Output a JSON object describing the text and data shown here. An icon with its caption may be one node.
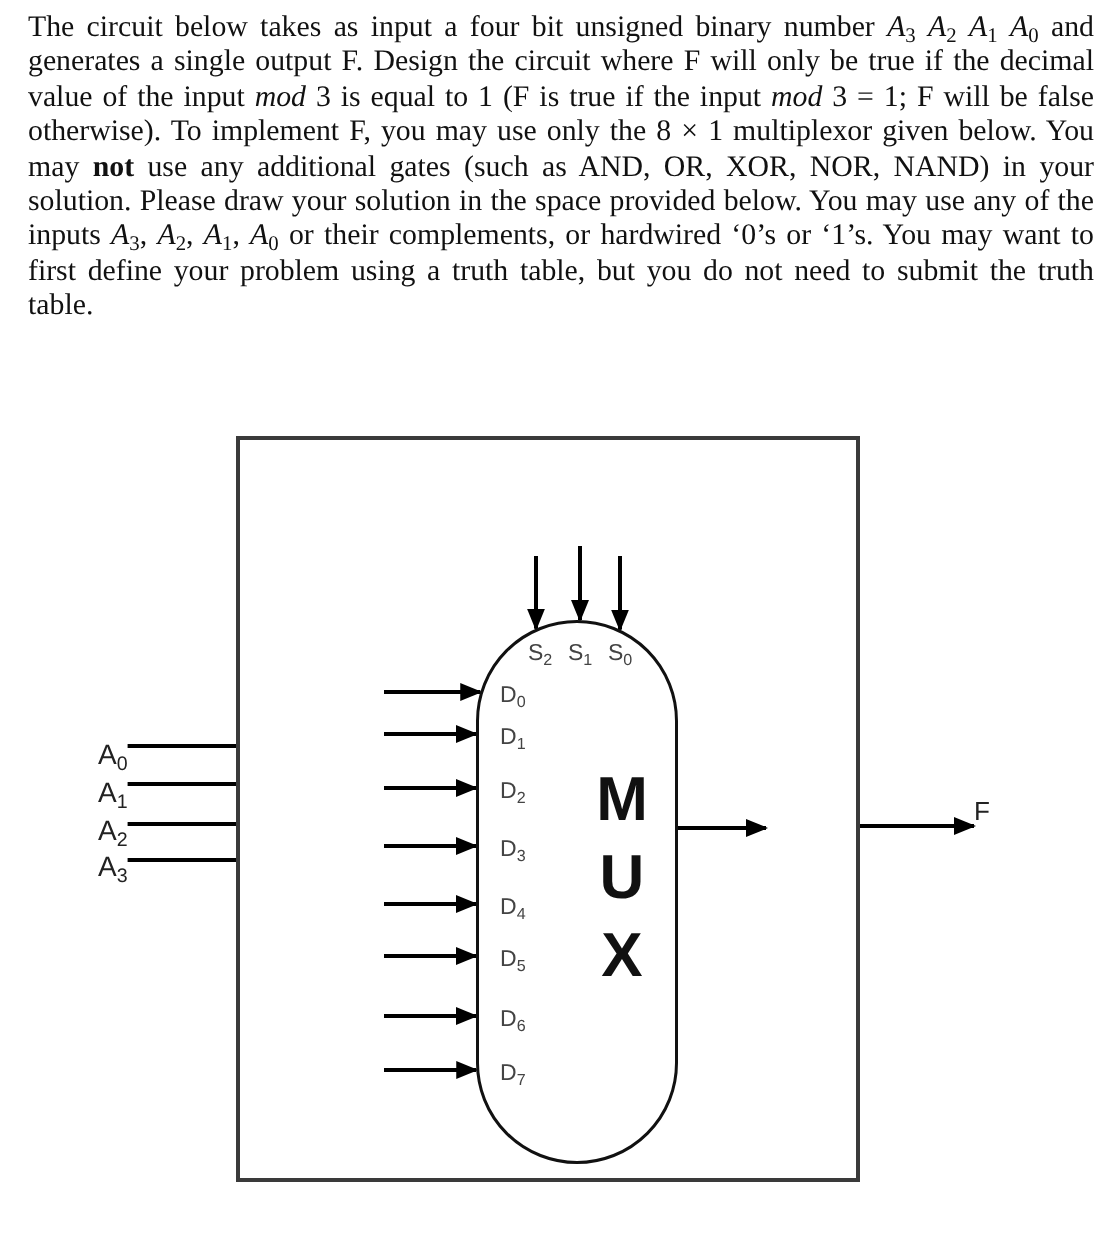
{
  "diagram": {
    "nodes": [
      {
        "text": [],
        "shape": "box"
      },
      {
        "text": [
          "S$_{2}$",
          "S$_{1}$",
          "S$_{0}$",
          "D$_{0}$",
          "D$_{1}$",
          "D$_{2}$",
          "D$_{3}$",
          "D$_{4}$",
          "D$_{5}$",
          "D$_{6}$",
          "D$_{7}$",
          "M U X"
        ],
        "in": 0
      },
      {
        "text": [
          "A$_{0}$"
        ]
      },
      {
        "text": [
          "A$_{1}$"
        ]
      },
      {
        "text": [
          "A$_{2}$"
        ]
      },
      {
        "text": [
          "A$_{3}$"
        ]
      },
      {
        "text": [
          "F"
        ]
      }
    ],
    "edges": [
      {
        "from": null,
        "to": 1,
        "arrow": "to"
      },
      {
        "from": null,
        "to": 1,
        "arrow": "to"
      },
      {
        "from": null,
        "to": 1,
        "arrow": "to"
      },
      {
        "from": null,
        "to": 1,
        "arrow": "to"
      },
      {
        "from": null,
        "to": 1,
        "arrow": "to"
      },
      {
        "from": null,
        "to": 1,
        "arrow": "to"
      },
      {
        "from": null,
        "to": 1,
        "arrow": "to"
      },
      {
        "from": null,
        "to": 1,
        "arrow": "to"
      },
      {
        "from": null,
        "to": 1,
        "arrow": "to"
      },
      {
        "from": null,
        "to": 1,
        "arrow": "to"
      },
      {
        "from": null,
        "to": 1,
        "arrow": "to"
      },
      {
        "from": 1,
        "to": null,
        "arrow": "to"
      },
      {
        "from": 2,
        "to": 0,
        "arrow": "none"
      },
      {
        "from": 3,
        "to": 0,
        "arrow": "none"
      },
      {
        "from": 4,
        "to": 0,
        "arrow": "none"
      },
      {
        "from": 5,
        "to": 0,
        "arrow": "none"
      },
      {
        "from": 0,
        "to": 6,
        "arrow": "to"
      }
    ],
    "labels": [
      "The circuit below takes as input a four bit unsigned binary number *A*$_{3}$ *A*$_{2}$ *A*$_{1}$ *A*$_{0}$ and generates a single output F. Design the circuit where F will only be true if the decimal value of the input *mod* 3 is equal to 1 (F is true if the input *mod* 3 = 1; F will be false otherwise). To implement F, you may use only the 8 × 1 multiplexor given below. You may **not** use any additional gates (such as AND, OR, XOR, NOR, NAND) in your solution. Please draw your solution in the space provided below. You may use any of the inputs *A*$_{3}$, *A*$_{2}$, *A*$_{1}$, *A*$_{0}$ or their complements, or hardwired ‘0’s or ‘1’s. You may want to first define your problem using a truth table, but you do not need to submit the truth table."
    ]
  }
}
